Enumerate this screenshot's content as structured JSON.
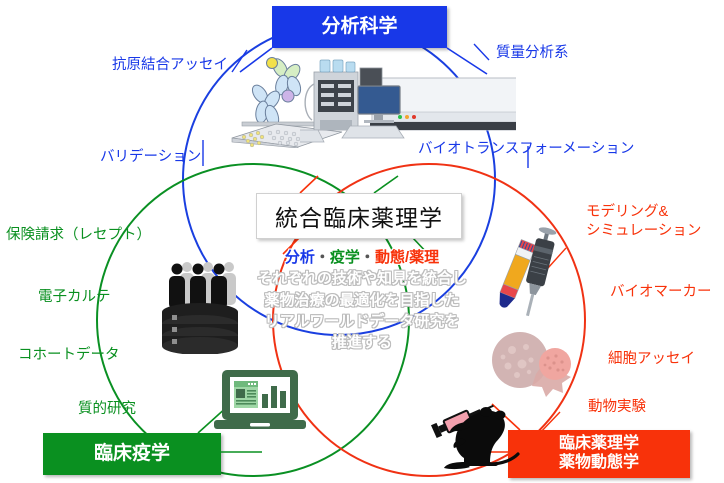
{
  "diagram": {
    "type": "venn-3-circle",
    "center": {
      "title": "統合臨床薬理学",
      "subtitle_segments": [
        {
          "text": "分析",
          "color": "#1838e8"
        },
        {
          "text": "・",
          "color": "#555555"
        },
        {
          "text": "疫学",
          "color": "#0a9020"
        },
        {
          "text": "・",
          "color": "#555555"
        },
        {
          "text": "動態/薬理",
          "color": "#f8320a"
        }
      ],
      "body_lines": [
        "それぞれの技術や知見を統合し",
        "薬物治療の最適化を目指した",
        "リアルワールドデータ研究を",
        "推進する"
      ]
    },
    "circles": [
      {
        "id": "analytical",
        "label": "分析科学",
        "color": "#1838e8"
      },
      {
        "id": "epidemiology",
        "label": "臨床疫学",
        "color": "#0a9020"
      },
      {
        "id": "pharmacology",
        "label": "臨床薬理学\n薬物動態学",
        "color": "#f8320a"
      }
    ],
    "headers": {
      "analytical": "分析科学",
      "epidemiology": "臨床疫学",
      "pharmacology_line1": "臨床薬理学",
      "pharmacology_line2": "薬物動態学"
    },
    "annotations": {
      "analytical": [
        "抗原結合アッセイ",
        "質量分析系",
        "バリデーション",
        "バイオトランスフォーメーション"
      ],
      "epidemiology": [
        "保険請求（レセプト）",
        "電子カルテ",
        "コホートデータ",
        "質的研究"
      ],
      "pharmacology": [
        "モデリング&\nシミュレーション",
        "バイオマーカー",
        "細胞アッセイ",
        "動物実験"
      ]
    },
    "illustrations": [
      {
        "name": "antibody-microplate-illustration"
      },
      {
        "name": "lc-ms-instrument-illustration"
      },
      {
        "name": "database-people-illustration"
      },
      {
        "name": "laptop-chart-illustration"
      },
      {
        "name": "pipette-bloodtube-illustration"
      },
      {
        "name": "cell-culture-illustration"
      },
      {
        "name": "lab-mouse-syringe-illustration"
      }
    ]
  }
}
